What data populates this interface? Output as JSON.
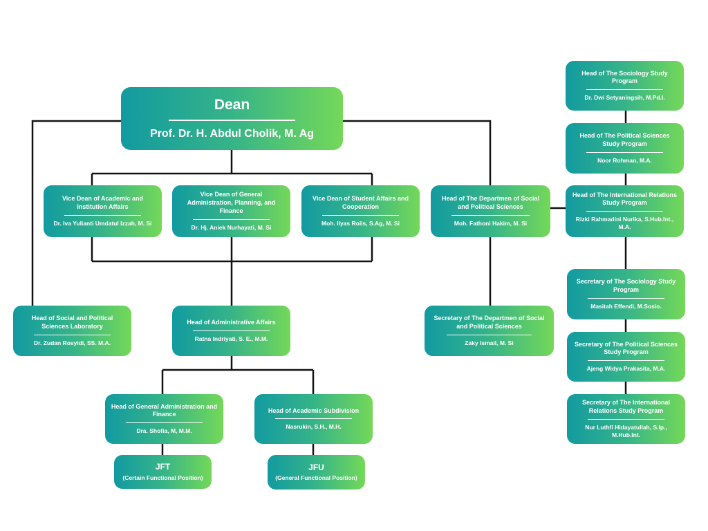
{
  "dean": {
    "title": "Dean",
    "name": "Prof. Dr. H. Abdul Cholik, M. Ag"
  },
  "vice_deans": [
    {
      "title": "Vice Dean of Academic and Institution Affairs",
      "name": "Dr. Iva Yulianti Umdatul Izzah, M. Si"
    },
    {
      "title": "Vice Dean of General Administration, Planning, and Finance",
      "name": "Dr. Hj. Aniek Nurhayati, M. Si"
    },
    {
      "title": "Vice Dean of Student Affairs and Cooperation",
      "name": "Moh. Ilyas Rolis, S.Ag, M. Si"
    }
  ],
  "lab_head": {
    "title": "Head of Social and Political Sciences Laboratory",
    "name": "Dr. Zudan Rosyidi, SS. M.A."
  },
  "admin_head": {
    "title": "Head of Administrative Affairs",
    "name": "Ratna Indriyati, S. E., M.M."
  },
  "gen_admin_head": {
    "title": "Head of General Administration and Finance",
    "name": "Dra. Shofia, M, M.M."
  },
  "academic_sub_head": {
    "title": "Head of Academic Subdivision",
    "name": "Nasrukin, S.H., M.H."
  },
  "jft": {
    "title": "JFT",
    "name": "(Certain Functional Position)"
  },
  "jfu": {
    "title": "JFU",
    "name": "(General Functional Position)"
  },
  "dept_head": {
    "title": "Head of The Departmen of Social and Political Sciences",
    "name": "Moh. Fathoni Hakim, M. Si"
  },
  "dept_secretary": {
    "title": "Secretary of The Departmen of Social and Political Sciences",
    "name": "Zaky Ismail, M. Si"
  },
  "study_program_heads": [
    {
      "title": "Head of The Sociology Study Program",
      "name": "Dr. Dwi Setyaningsih, M.Pd.I."
    },
    {
      "title": "Head of The Political Sciences Study Program",
      "name": "Noor Rohman, M.A."
    },
    {
      "title": "Head of The International Relations Study Program",
      "name": "Rizki Rahmadini Nurika, S.Hub.Int., M.A."
    }
  ],
  "study_program_secretaries": [
    {
      "title": "Secretary of The Sociology Study Program",
      "name": "Masitah Effendi, M.Sosio."
    },
    {
      "title": "Secretary of The Political Sciences Study Program",
      "name": "Ajeng Widya Prakasita, M.A."
    },
    {
      "title": "Secretary of The International Relations Study Program",
      "name": "Nur Luthfi Hidayatullah, S.Ip., M.Hub.Int."
    }
  ],
  "colors": {
    "gradient_start": "#129aa0",
    "gradient_end": "#74d858",
    "connector": "#111111"
  }
}
